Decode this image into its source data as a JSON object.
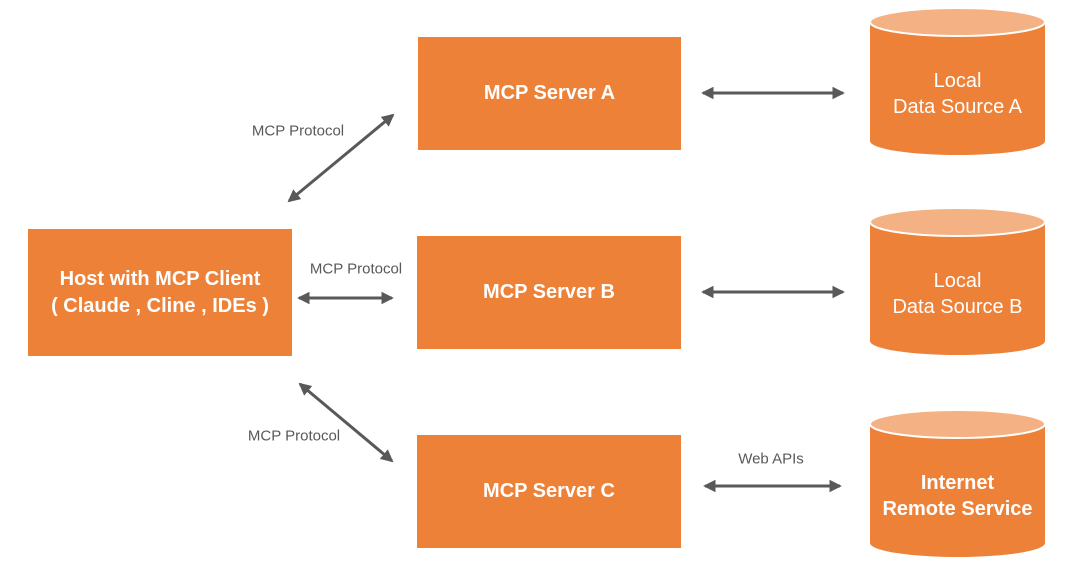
{
  "colors": {
    "node_fill": "#ED8138",
    "cylinder_top_fill": "#F4B183",
    "node_text": "#FFFFFF",
    "arrow": "#595959",
    "edge_label_text": "#595959",
    "background": "#FFFFFF"
  },
  "nodes": {
    "host": {
      "line1": "Host with MCP Client",
      "line2": "( Claude , Cline , IDEs )"
    },
    "server_a": {
      "label": "MCP Server A"
    },
    "server_b": {
      "label": "MCP Server B"
    },
    "server_c": {
      "label": "MCP Server C"
    },
    "data_source_a": {
      "line1": "Local",
      "line2": "Data Source A"
    },
    "data_source_b": {
      "line1": "Local",
      "line2": "Data Source B"
    },
    "remote_service": {
      "line1": "Internet",
      "line2": "Remote Service"
    }
  },
  "edge_labels": {
    "host_server_a": "MCP Protocol",
    "host_server_b": "MCP Protocol",
    "host_server_c": "MCP Protocol",
    "server_c_remote": "Web APIs"
  }
}
